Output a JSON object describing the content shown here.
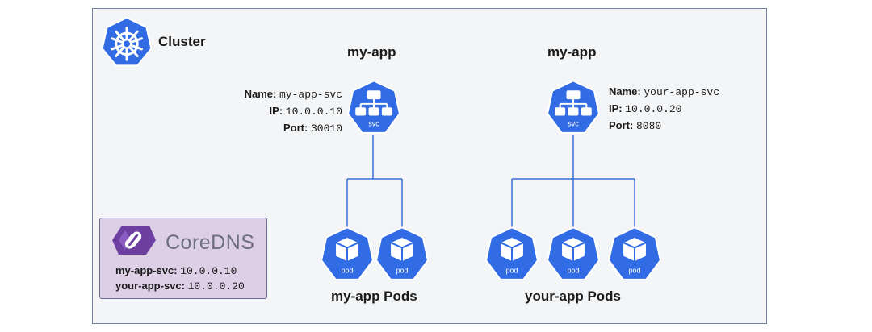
{
  "cluster": {
    "label": "Cluster",
    "icon": "kubernetes-helm-icon"
  },
  "colors": {
    "k8s_blue": "#326ce5",
    "cluster_bg": "#f4f5f7",
    "cluster_border": "#6f86a6",
    "coredns_bg": "#ddd0e6",
    "coredns_purple": "#6c3fa0",
    "line": "#3a6fd8"
  },
  "left_service": {
    "title": "my-app",
    "icon_label": "svc",
    "name_key": "Name:",
    "name_value": "my-app-svc",
    "ip_key": "IP:",
    "ip_value": "10.0.0.10",
    "port_key": "Port:",
    "port_value": "30010",
    "pods_label": "my-app Pods",
    "pod_label": "pod"
  },
  "right_service": {
    "title": "my-app",
    "icon_label": "svc",
    "name_key": "Name:",
    "name_value": "your-app-svc",
    "ip_key": "IP:",
    "ip_value": "10.0.0.20",
    "port_key": "Port:",
    "port_value": "8080",
    "pods_label": "your-app Pods",
    "pod_label": "pod"
  },
  "coredns": {
    "name": "CoreDNS",
    "records": [
      {
        "key": "my-app-svc:",
        "value": "10.0.0.10"
      },
      {
        "key": "your-app-svc:",
        "value": "10.0.0.20"
      }
    ]
  }
}
